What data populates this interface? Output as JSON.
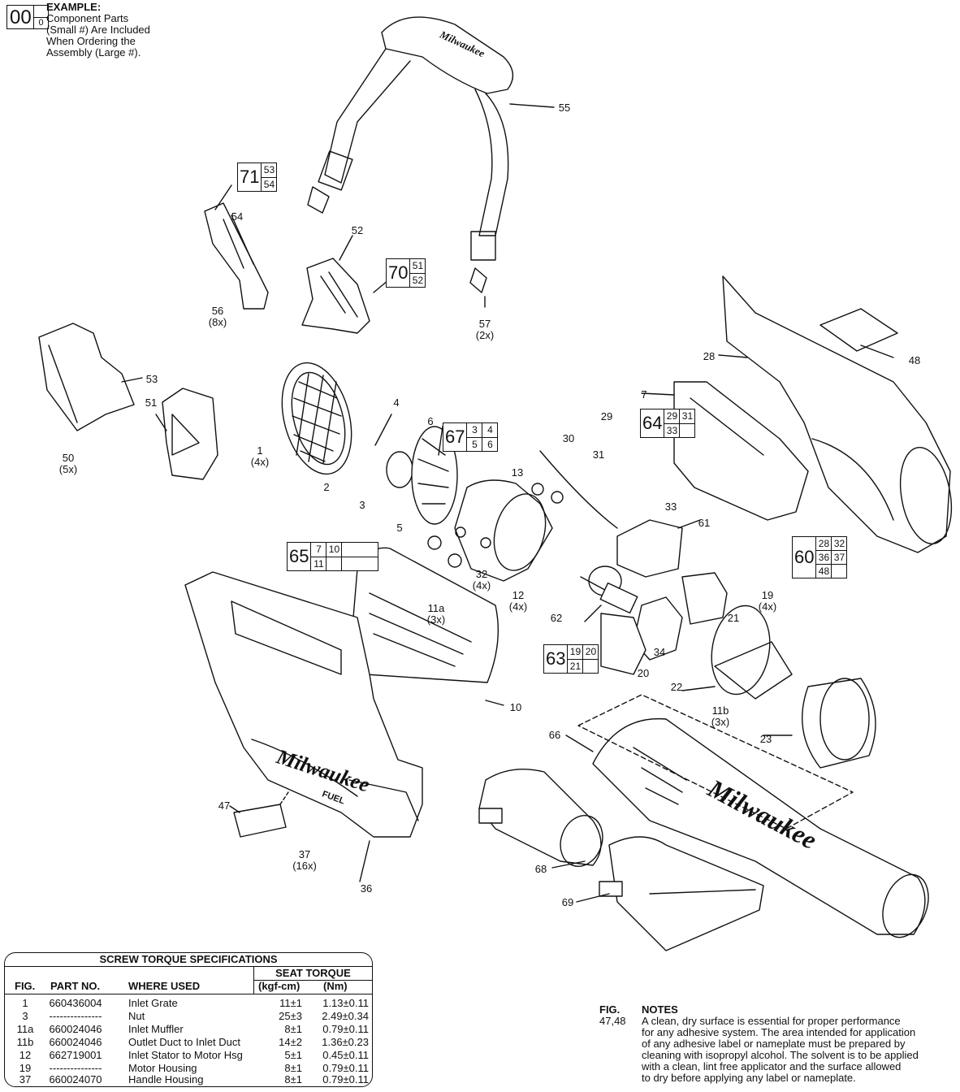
{
  "example": {
    "big_number": "00",
    "small_number": "0",
    "title": "EXAMPLE:",
    "lines": [
      "Component Parts",
      "(Small #) Are Included",
      "When Ordering the",
      "Assembly (Large #)."
    ]
  },
  "assemblies": [
    {
      "id": "71",
      "parts": [
        "53",
        "54",
        "",
        ""
      ]
    },
    {
      "id": "70",
      "parts": [
        "51",
        "52",
        "",
        ""
      ]
    },
    {
      "id": "67",
      "parts": [
        "3",
        "4",
        "5",
        "6"
      ]
    },
    {
      "id": "64",
      "parts": [
        "29",
        "31",
        "33",
        ""
      ]
    },
    {
      "id": "65",
      "parts": [
        "7",
        "10",
        "11",
        ""
      ]
    },
    {
      "id": "63",
      "parts": [
        "19",
        "20",
        "21",
        ""
      ]
    },
    {
      "id": "60",
      "parts": [
        "28",
        "32",
        "36",
        "37",
        "48",
        ""
      ]
    }
  ],
  "callouts": {
    "c55": "55",
    "c54": "54",
    "c52": "52",
    "c57": "57",
    "c57q": "(2x)",
    "c56": "56",
    "c56q": "(8x)",
    "c53": "53",
    "c51": "51",
    "c50": "50",
    "c50q": "(5x)",
    "c4": "4",
    "c1": "1",
    "c1q": "(4x)",
    "c2": "2",
    "c3": "3",
    "c6": "6",
    "c5": "5",
    "c13": "13",
    "c30": "30",
    "c29": "29",
    "c31": "31",
    "c33": "33",
    "c28": "28",
    "c48": "48",
    "c7": "7",
    "c61": "61",
    "c12": "12",
    "c12q": "(4x)",
    "c32": "32",
    "c32q": "(4x)",
    "c11a": "11a",
    "c11aq": "(3x)",
    "c62": "62",
    "c19": "19",
    "c19q": "(4x)",
    "c21": "21",
    "c34": "34",
    "c20": "20",
    "c22": "22",
    "c11b": "11b",
    "c11bq": "(3x)",
    "c10": "10",
    "c23": "23",
    "c66": "66",
    "c47": "47",
    "c37": "37",
    "c37q": "(16x)",
    "c36": "36",
    "c68": "68",
    "c69": "69"
  },
  "torque_table": {
    "title": "SCREW TORQUE SPECIFICATIONS",
    "seat_header": "SEAT TORQUE",
    "headers": {
      "fig": "FIG.",
      "part": "PART NO.",
      "where": "WHERE USED",
      "kgf": "(kgf-cm)",
      "nm": "(Nm)"
    },
    "rows": [
      {
        "fig": "1",
        "part": "660436004",
        "where": "Inlet Grate",
        "kgf": "11±1",
        "nm": "1.13±0.11"
      },
      {
        "fig": "3",
        "part": "---------------",
        "where": "Nut",
        "kgf": "25±3",
        "nm": "2.49±0.34"
      },
      {
        "fig": "11a",
        "part": "660024046",
        "where": "Inlet Muffler",
        "kgf": "8±1",
        "nm": "0.79±0.11"
      },
      {
        "fig": "11b",
        "part": "660024046",
        "where": "Outlet Duct to Inlet Duct",
        "kgf": "14±2",
        "nm": "1.36±0.23"
      },
      {
        "fig": "12",
        "part": "662719001",
        "where": "Inlet Stator to Motor Hsg",
        "kgf": "5±1",
        "nm": "0.45±0.11"
      },
      {
        "fig": "19",
        "part": "---------------",
        "where": "Motor Housing",
        "kgf": "8±1",
        "nm": "0.79±0.11"
      },
      {
        "fig": "37",
        "part": "660024070",
        "where": "Handle Housing",
        "kgf": "8±1",
        "nm": "0.79±0.11"
      }
    ]
  },
  "notes": {
    "fig_header": "FIG.",
    "notes_header": "NOTES",
    "fig": "47,48",
    "lines": [
      "A clean, dry surface is essential for proper performance",
      "for any adhesive system. The area intended for application",
      "of any adhesive label or nameplate must be prepared by",
      "cleaning with isopropyl alcohol. The solvent is to be applied",
      "with a clean, lint free applicator and the surface allowed",
      "to dry before applying any label or nameplate."
    ]
  },
  "brand_marks": [
    "Milwaukee",
    "FUEL"
  ]
}
